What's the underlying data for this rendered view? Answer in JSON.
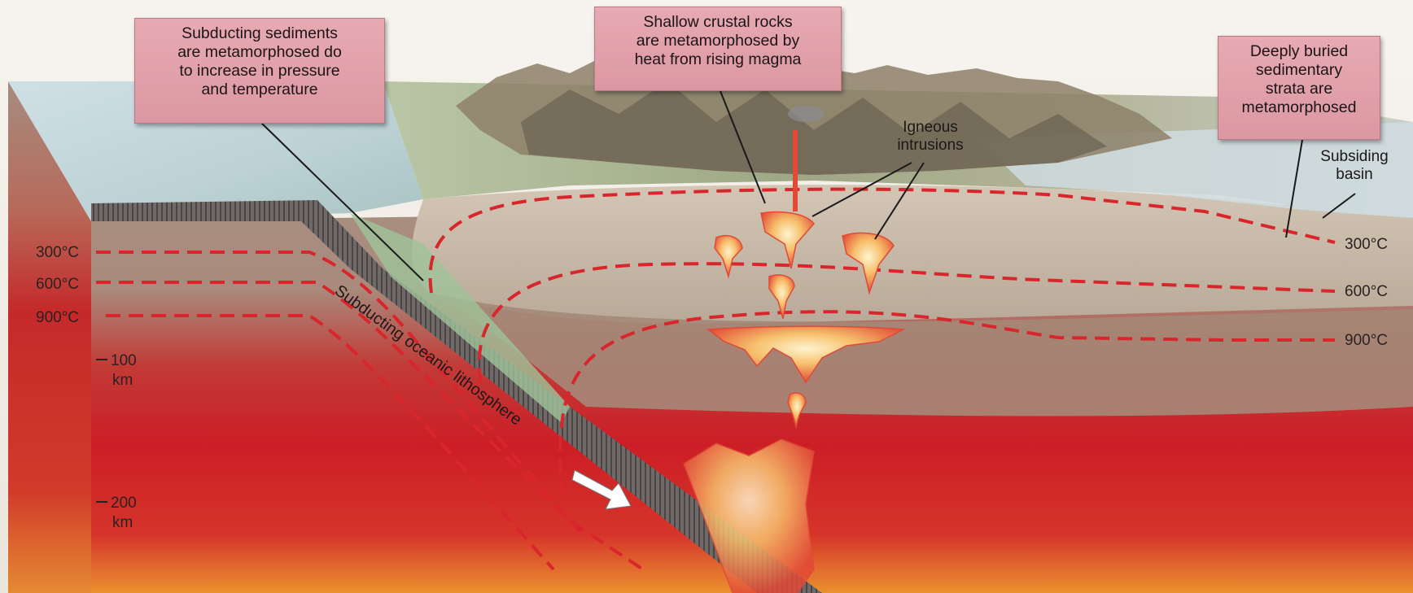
{
  "callouts": {
    "subducting_sediments": {
      "lines": [
        "Subducting sediments",
        "are metamorphosed do",
        "to increase in pressure",
        "and temperature"
      ]
    },
    "shallow_crustal": {
      "lines": [
        "Shallow crustal rocks",
        "are metamorphosed by",
        "heat from rising magma"
      ]
    },
    "deeply_buried": {
      "lines": [
        "Deeply buried",
        "sedimentary",
        "strata are",
        "metamorphosed"
      ]
    }
  },
  "labels": {
    "igneous_intrusions": [
      "Igneous",
      "intrusions"
    ],
    "subsiding_basin": [
      "Subsiding",
      "basin"
    ],
    "subducting_lithosphere": "Subducting oceanic lithosphere"
  },
  "isotherms": {
    "left": [
      "300°C",
      "600°C",
      "900°C"
    ],
    "right": [
      "300°C",
      "600°C",
      "900°C"
    ]
  },
  "depth": {
    "d100": [
      "100",
      "km"
    ],
    "d200": [
      "200",
      "km"
    ]
  },
  "colors": {
    "mantle_red": "#c81e24",
    "isotherm_dash": "#d8262c",
    "callout_pink": "#e2a0aa",
    "magma": "#f6b25a"
  }
}
